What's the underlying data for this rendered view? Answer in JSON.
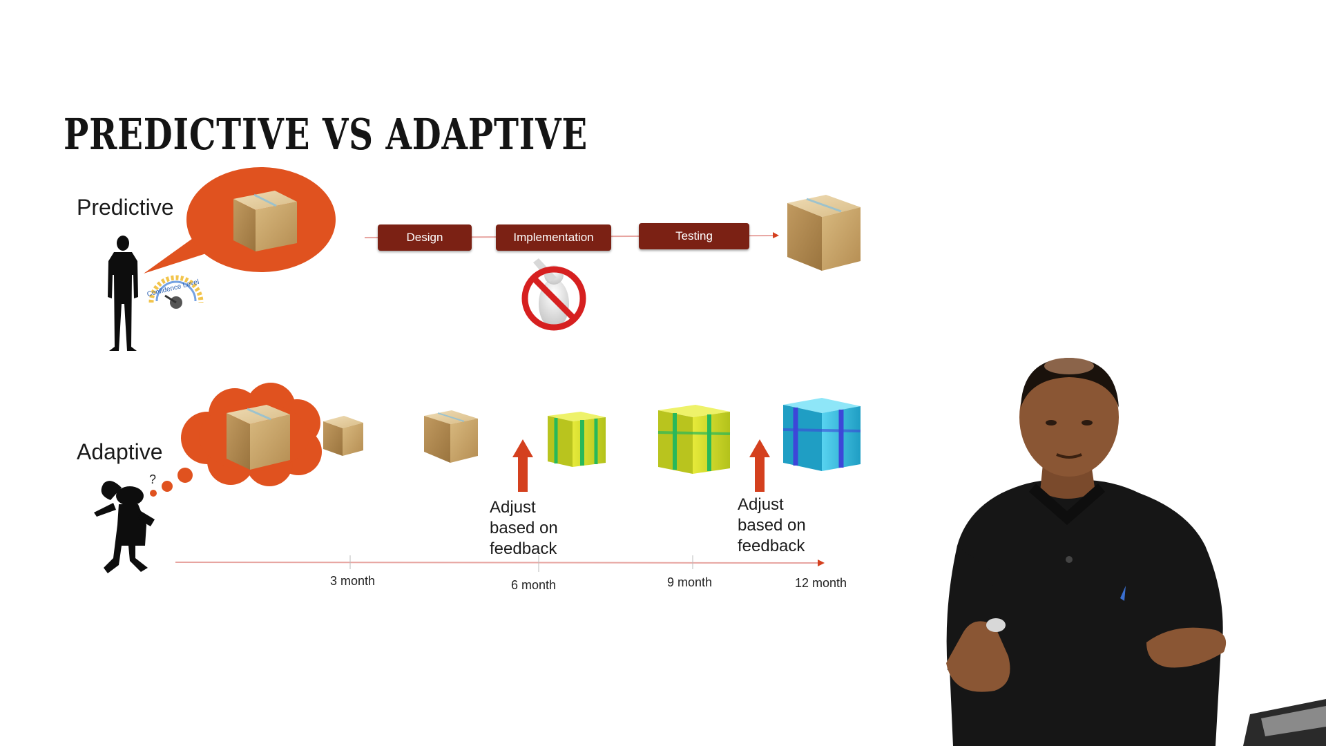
{
  "slide": {
    "title": "PREDICTIVE VS ADAPTIVE"
  },
  "predictive": {
    "label": "Predictive",
    "phases": [
      "Design",
      "Implementation",
      "Testing"
    ],
    "gauge_text": "Confidence Level"
  },
  "adaptive": {
    "label": "Adaptive",
    "feedback_notes": [
      "Adjust\nbased on\nfeedback",
      "Adjust\nbased on\nfeedback"
    ],
    "timeline_ticks": [
      "3 month",
      "6 month",
      "9 month",
      "12 month"
    ]
  },
  "colors": {
    "bubble": "#e0521f",
    "phase_box": "#7b2114",
    "arrow": "#d4401e",
    "box_kraft": "#c9a46a",
    "box_green": "#c9d628",
    "box_blue": "#2fb8d8",
    "stop_sign": "#d62020"
  },
  "icons": [
    "person-silhouette-icon",
    "gauge-icon",
    "cardboard-box-icon",
    "prohibited-sign-icon",
    "thinking-person-icon",
    "up-arrow-icon",
    "presenter-video"
  ]
}
